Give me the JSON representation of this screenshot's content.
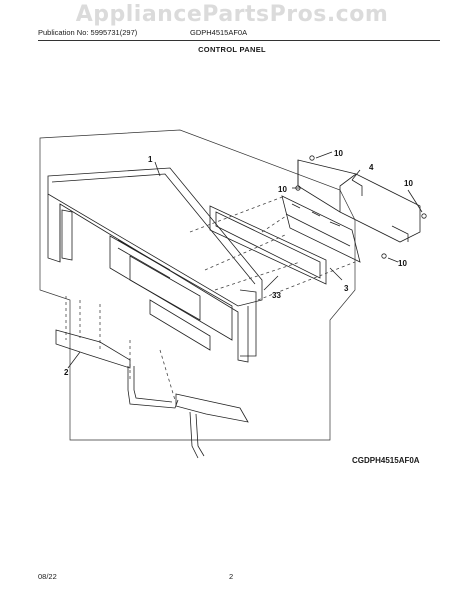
{
  "watermark": "AppliancePartsPros.com",
  "header": {
    "publication": "Publication No: 5995731(297)",
    "model": "GDPH4515AF0A",
    "section_title": "CONTROL PANEL"
  },
  "callouts": {
    "p1": "1",
    "p2": "2",
    "p3": "3",
    "p4": "4",
    "p10a": "10",
    "p10b": "10",
    "p10c": "10",
    "p10d": "10",
    "p33": "33"
  },
  "diagram_code": "CGDPH4515AF0A",
  "footer": {
    "date": "08/22",
    "page": "2"
  },
  "colors": {
    "line": "#222222",
    "watermark": "#bebebe"
  }
}
